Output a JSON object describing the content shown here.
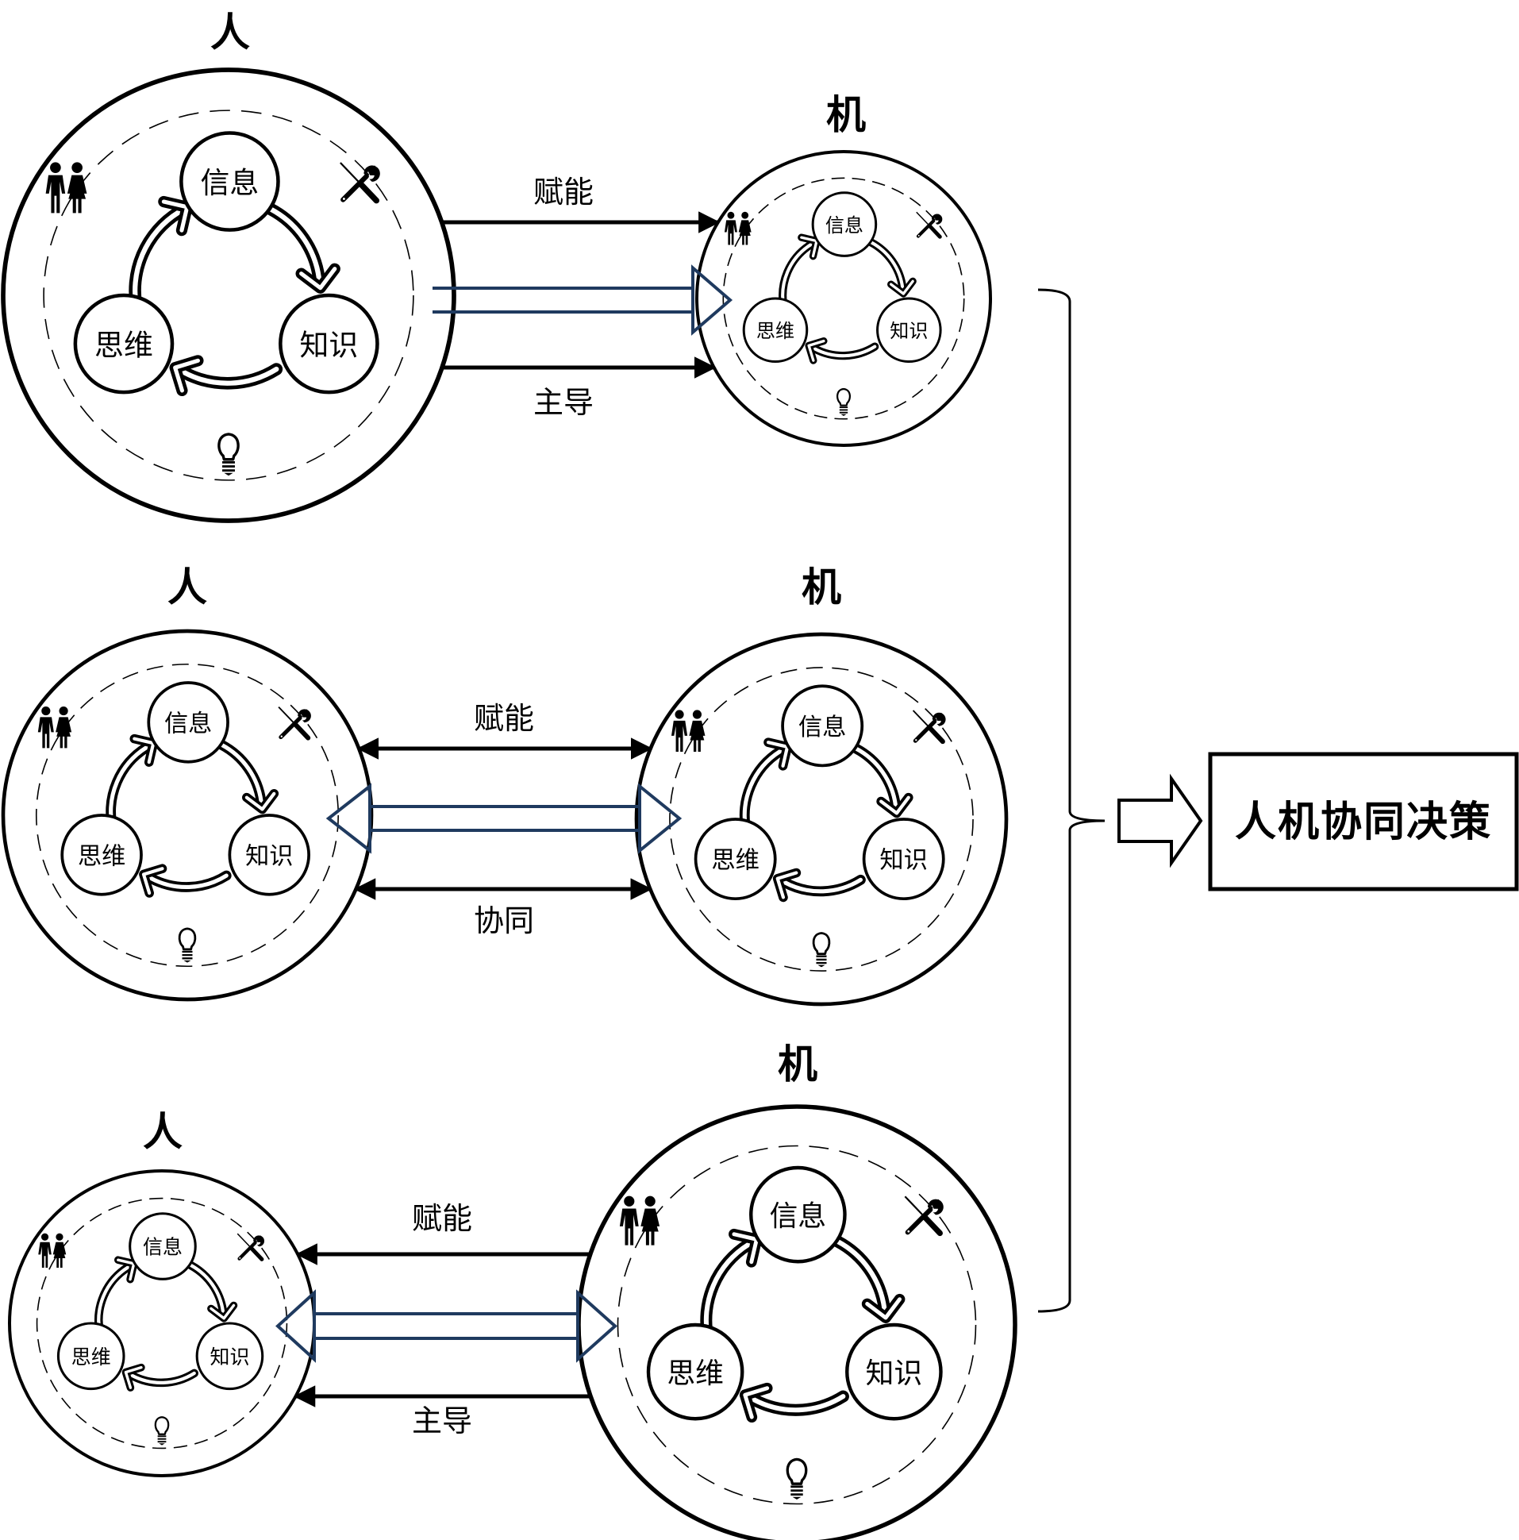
{
  "colors": {
    "stroke": "#000000",
    "hollow_arrow": "#1f3a5f",
    "background": "#ffffff"
  },
  "icons": {
    "people": "people-icon",
    "tools": "tools-icon",
    "bulb": "lightbulb-icon"
  },
  "node_labels": {
    "info": "信息",
    "knowledge": "知识",
    "thinking": "思维"
  },
  "scenarios": [
    {
      "id": "human-led",
      "human": {
        "title": "人",
        "relative_size": "large"
      },
      "machine": {
        "title": "机",
        "relative_size": "small"
      },
      "upper_link": {
        "label": "赋能",
        "direction": "human-to-machine"
      },
      "lower_link": {
        "label": "主导",
        "direction": "human-to-machine"
      },
      "hollow_arrow": {
        "direction": "human-to-machine"
      }
    },
    {
      "id": "balanced",
      "human": {
        "title": "人",
        "relative_size": "equal"
      },
      "machine": {
        "title": "机",
        "relative_size": "equal"
      },
      "upper_link": {
        "label": "赋能",
        "direction": "bidirectional"
      },
      "lower_link": {
        "label": "协同",
        "direction": "bidirectional"
      },
      "hollow_arrow": {
        "direction": "bidirectional"
      }
    },
    {
      "id": "machine-led",
      "human": {
        "title": "人",
        "relative_size": "small"
      },
      "machine": {
        "title": "机",
        "relative_size": "large"
      },
      "upper_link": {
        "label": "赋能",
        "direction": "machine-to-human"
      },
      "lower_link": {
        "label": "主导",
        "direction": "machine-to-human"
      },
      "hollow_arrow": {
        "direction": "bidirectional"
      }
    }
  ],
  "result": {
    "label": "人机协同决策"
  }
}
